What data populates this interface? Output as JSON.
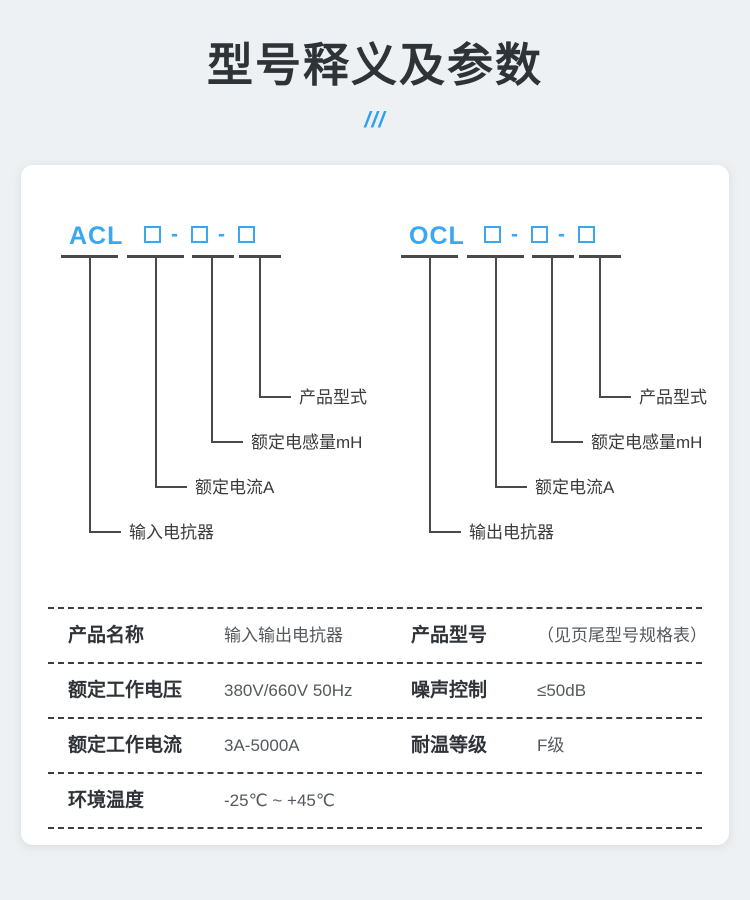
{
  "header": {
    "title": "型号释义及参数",
    "decoration": "///"
  },
  "diagrams": [
    {
      "id": "acl",
      "prefix": "ACL",
      "placeholders": [
        "□",
        "-",
        "□",
        "-",
        "□"
      ],
      "box_glyph": "",
      "dash_glyph": "-",
      "leaders": [
        {
          "label": "产品型式"
        },
        {
          "label": "额定电感量mH"
        },
        {
          "label": "额定电流A"
        },
        {
          "label": "输入电抗器"
        }
      ]
    },
    {
      "id": "ocl",
      "prefix": "OCL",
      "placeholders": [
        "□",
        "-",
        "□",
        "-",
        "□"
      ],
      "box_glyph": "",
      "dash_glyph": "-",
      "leaders": [
        {
          "label": "产品型式"
        },
        {
          "label": "额定电感量mH"
        },
        {
          "label": "额定电流A"
        },
        {
          "label": "输出电抗器"
        }
      ]
    }
  ],
  "spec_table": {
    "rows": [
      {
        "label_left": "产品名称",
        "value_left": "输入输出电抗器",
        "label_right": "产品型号",
        "value_right": "（见页尾型号规格表）"
      },
      {
        "label_left": "额定工作电压",
        "value_left": "380V/660V  50Hz",
        "label_right": "噪声控制",
        "value_right": "≤50dB"
      },
      {
        "label_left": "额定工作电流",
        "value_left": "3A-5000A",
        "label_right": "耐温等级",
        "value_right": "F级"
      },
      {
        "label_left": "环境温度",
        "value_left": "-25℃ ~ +45℃",
        "label_right": "",
        "value_right": ""
      }
    ]
  },
  "colors": {
    "accent": "#3aa8f0",
    "page_background": "#eef1f3",
    "card_background": "#ffffff",
    "title_text": "#2e3338",
    "line": "#4a4a4a"
  }
}
